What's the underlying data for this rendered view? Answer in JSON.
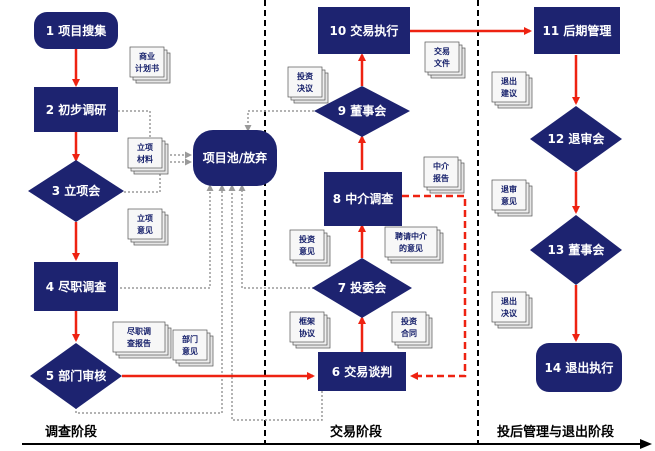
{
  "colors": {
    "node": "#1d2370",
    "arrow": "#ee2211",
    "dotted": "#999999",
    "doc_fill": "#f2f2f2"
  },
  "steps": {
    "s1": "1 项目搜集",
    "s2": "2 初步调研",
    "s3": "3 立项会",
    "s4": "4 尽职调查",
    "s5": "5 部门审核",
    "s6": "6 交易谈判",
    "s7": "7 投委会",
    "s8": "8 中介调查",
    "s9": "9 董事会",
    "s10": "10 交易执行",
    "s11": "11 后期管理",
    "s12": "12 退审会",
    "s13": "13 董事会",
    "s14": "14 退出执行",
    "pool": "项目池/放弃"
  },
  "docs": {
    "d1": [
      "商业",
      "计划书"
    ],
    "d2": [
      "立项",
      "材料"
    ],
    "d3": [
      "立项",
      "意见"
    ],
    "d4": [
      "尽职调",
      "查报告"
    ],
    "d5": [
      "部门",
      "意见"
    ],
    "d6": [
      "投资",
      "决议"
    ],
    "d7": [
      "交易",
      "文件"
    ],
    "d8": [
      "中介",
      "报告"
    ],
    "d9": [
      "投资",
      "意见"
    ],
    "d10": [
      "聘请中介",
      "的意见"
    ],
    "d11": [
      "框架",
      "协议"
    ],
    "d12": [
      "投资",
      "合同"
    ],
    "d13": [
      "退出",
      "建议"
    ],
    "d14": [
      "退审",
      "意见"
    ],
    "d15": [
      "退出",
      "决议"
    ]
  },
  "phases": {
    "p1": "调查阶段",
    "p2": "交易阶段",
    "p3": "投后管理与退出阶段"
  }
}
